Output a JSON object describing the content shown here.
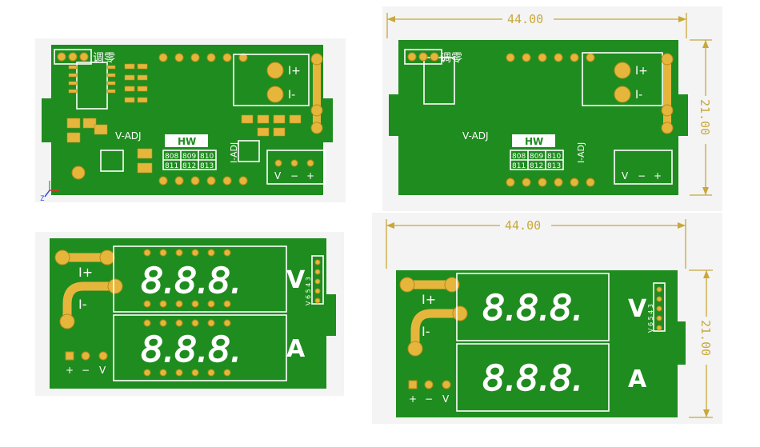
{
  "top_view": {
    "zero_adjust_label": "调零",
    "i_plus": "I+",
    "i_minus": "I-",
    "v_adj": "V-ADJ",
    "i_adj": "I-ADJ",
    "brand": "HW",
    "codes_row1": [
      "808",
      "809",
      "810"
    ],
    "codes_row2": [
      "811",
      "812",
      "813"
    ],
    "terminal_labels": [
      "V",
      "−",
      "+"
    ],
    "axis_label": "Z"
  },
  "bottom_view": {
    "i_plus": "I+",
    "i_minus": "I-",
    "volt_label": "V",
    "amp_label": "A",
    "header_pins": "V 6 5 4 3",
    "display_digits": "8.8.8.",
    "power_labels": [
      "+",
      "−",
      "V"
    ]
  },
  "dimensions": {
    "width": "44.00",
    "height": "21.00"
  },
  "colors": {
    "board": "#1f8c1f",
    "pad": "#e6b63c",
    "silkscreen": "#ffffff",
    "dimension": "#c8a83a"
  }
}
